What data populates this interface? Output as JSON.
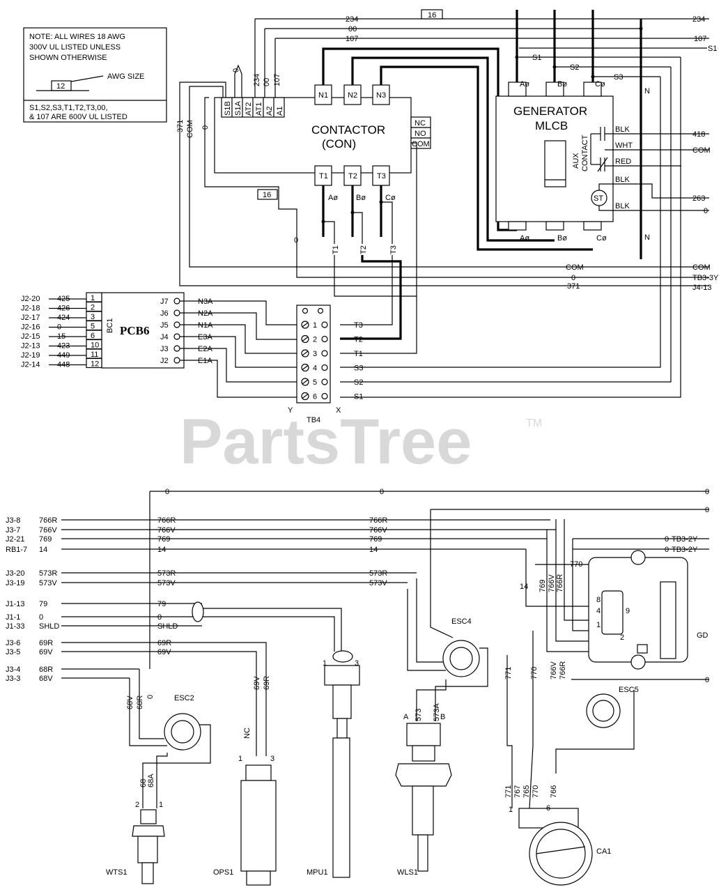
{
  "note": {
    "lines": [
      "NOTE: ALL WIRES 18 AWG",
      "300V UL LISTED UNLESS",
      "SHOWN OTHERWISE"
    ],
    "awg_example": "12",
    "awg_label": "AWG SIZE",
    "footnote": [
      "S1,S2,S3,T1,T2,T3,00,",
      "& 107 ARE 600V UL LISTED"
    ]
  },
  "top_wires": {
    "w234": "234",
    "w00": "00",
    "w107": "107",
    "s1": "S1",
    "s2": "S2",
    "s3": "S3",
    "gauge16": "16",
    "right_234": "234",
    "right_107": "107",
    "right_s1": "S1"
  },
  "contactor": {
    "title": "CONTACTOR",
    "subtitle": "(CON)",
    "coil_terms": [
      "S1B",
      "S1A",
      "AT2",
      "AT1",
      "A2",
      "A1"
    ],
    "coil_wires": [
      "0",
      "234",
      "00",
      "107"
    ],
    "top_terms": [
      "N1",
      "N2",
      "N3"
    ],
    "bottom_terms": [
      "T1",
      "T2",
      "T3"
    ],
    "aux": [
      "NC",
      "NO",
      "COM"
    ],
    "phases": [
      "Aø",
      "Bø",
      "Cø"
    ],
    "gauge16": "16",
    "wire_371": "371",
    "wire_com": "COM",
    "wire_0": "0"
  },
  "mlcb": {
    "title": "GENERATOR",
    "subtitle": "MLCB",
    "top_phases": [
      "Aø",
      "Bø",
      "Cø"
    ],
    "bottom_phases": [
      "Aø",
      "Bø",
      "Cø"
    ],
    "aux_label": [
      "AUX",
      "CONTACT"
    ],
    "aux_wires": [
      "BLK",
      "WHT",
      "RED",
      "BLK",
      "BLK"
    ],
    "st": "ST",
    "n": "N",
    "right_wires": [
      "418",
      "COM",
      "263",
      "0"
    ]
  },
  "mid_wires": {
    "com": "COM",
    "zero": "0",
    "w371": "371",
    "right_com": "COM",
    "right_tb3": "TB3-3Y",
    "right_j4": "J4-13",
    "t1": "T1",
    "t2": "T2",
    "t3": "T3"
  },
  "pcb6": {
    "name": "PCB6",
    "bc1": "BC1",
    "left_pins": [
      {
        "jack": "J2-20",
        "wire": "425",
        "pin": "1"
      },
      {
        "jack": "J2-18",
        "wire": "426",
        "pin": "2"
      },
      {
        "jack": "J2-17",
        "wire": "424",
        "pin": "3"
      },
      {
        "jack": "J2-16",
        "wire": "0",
        "pin": "5"
      },
      {
        "jack": "J2-15",
        "wire": "15",
        "pin": "6"
      },
      {
        "jack": "J2-13",
        "wire": "423",
        "pin": "10"
      },
      {
        "jack": "J2-19",
        "wire": "449",
        "pin": "11"
      },
      {
        "jack": "J2-14",
        "wire": "448",
        "pin": "12"
      }
    ],
    "right_jacks": [
      "J7",
      "J6",
      "J5",
      "J4",
      "J3",
      "J2"
    ],
    "right_wires": [
      "N3A",
      "N2A",
      "N1A",
      "E3A",
      "E2A",
      "E1A"
    ]
  },
  "tb4": {
    "name": "TB4",
    "terms": [
      "1",
      "2",
      "3",
      "4",
      "5",
      "6"
    ],
    "wires": [
      "T3",
      "T2",
      "T1",
      "S3",
      "S2",
      "S1"
    ],
    "y": "Y",
    "x": "X"
  },
  "watermark": {
    "text": "PartsTree",
    "tm": "TM"
  },
  "bottom": {
    "left_labels": [
      {
        "jack": "J3-8",
        "wire": "766R"
      },
      {
        "jack": "J3-7",
        "wire": "766V"
      },
      {
        "jack": "J2-21",
        "wire": "769"
      },
      {
        "jack": "RB1-7",
        "wire": "14"
      },
      {
        "jack": "J3-20",
        "wire": "573R"
      },
      {
        "jack": "J3-19",
        "wire": "573V"
      },
      {
        "jack": "J1-13",
        "wire": "79"
      },
      {
        "jack": "J1-1",
        "wire": "0"
      },
      {
        "jack": "J1-33",
        "wire": "SHLD"
      },
      {
        "jack": "J3-6",
        "wire": "69R"
      },
      {
        "jack": "J3-5",
        "wire": "69V"
      },
      {
        "jack": "J3-4",
        "wire": "68R"
      },
      {
        "jack": "J3-3",
        "wire": "68V"
      }
    ],
    "mid_labels": [
      "766R",
      "766V",
      "769",
      "14",
      "573R",
      "573V",
      "79",
      "0",
      "SHLD",
      "69R",
      "69V"
    ],
    "mid2_labels": [
      "766R",
      "766V",
      "769",
      "14",
      "573R",
      "573V"
    ],
    "top_zero": "0",
    "right_tb3_2y": "TB3-2Y",
    "w770": "770",
    "v_labels": [
      "769",
      "766V",
      "766R",
      "14",
      "771",
      "770",
      "766V",
      "766R"
    ],
    "esc2": {
      "name": "ESC2",
      "wires": [
        "68V",
        "68R",
        "0"
      ],
      "low": [
        "68",
        "68A"
      ],
      "pins": [
        "2",
        "1"
      ]
    },
    "wts1": "WTS1",
    "ops1": {
      "name": "OPS1",
      "wires": [
        "69V",
        "69R"
      ],
      "nc": "NC",
      "pins": [
        "1",
        "3"
      ]
    },
    "mpu1": {
      "name": "MPU1",
      "pins": [
        "1",
        "3"
      ]
    },
    "esc4": "ESC4",
    "wls1": {
      "name": "WLS1",
      "wires": [
        "573",
        "573A"
      ],
      "a": "A",
      "b": "B"
    },
    "esc5": "ESC5",
    "gd": {
      "name": "GD",
      "pins": [
        "8",
        "4",
        "1",
        "9",
        "2"
      ]
    },
    "ca1": {
      "name": "CA1",
      "wires": [
        "771",
        "767",
        "765",
        "770",
        "766"
      ],
      "pins": [
        "1",
        "6"
      ]
    }
  }
}
